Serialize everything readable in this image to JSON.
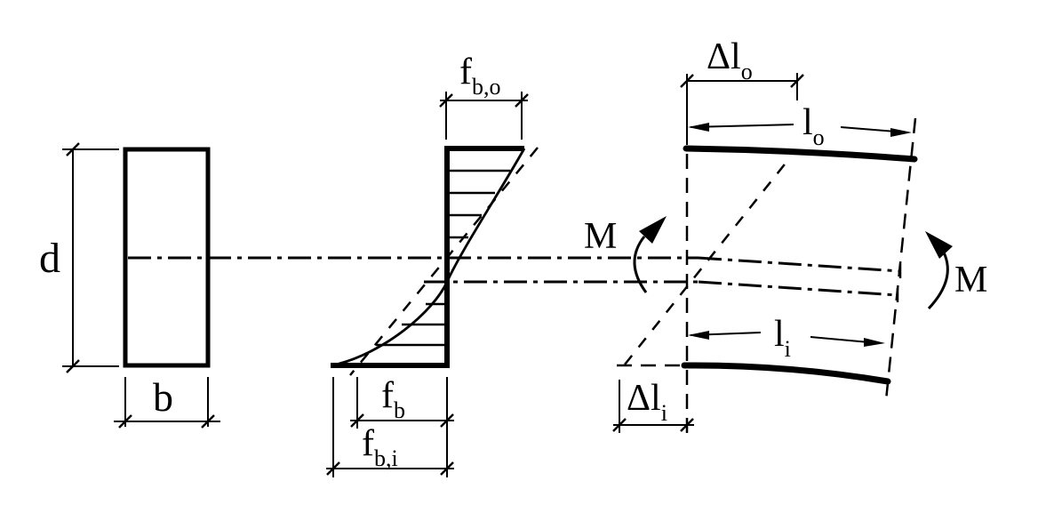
{
  "diagram": {
    "title": "bending-of-curved-member-stress-and-strain-diagram",
    "colors": {
      "ink": "#000000",
      "background": "#ffffff"
    },
    "cross_section": {
      "depth_label": "d",
      "width_label": "b"
    },
    "stress": {
      "outer": {
        "main": "f",
        "sub": "b,o"
      },
      "linear": {
        "main": "f",
        "sub": "b"
      },
      "inner": {
        "main": "f",
        "sub": "b,i"
      }
    },
    "deformed": {
      "outer_delta": {
        "main": "Δl",
        "sub": "o"
      },
      "outer_len": {
        "main": "l",
        "sub": "o"
      },
      "inner_len": {
        "main": "l",
        "sub": "i"
      },
      "inner_delta": {
        "main": "Δl",
        "sub": "i"
      },
      "moment_left": "M",
      "moment_right": "M"
    }
  }
}
